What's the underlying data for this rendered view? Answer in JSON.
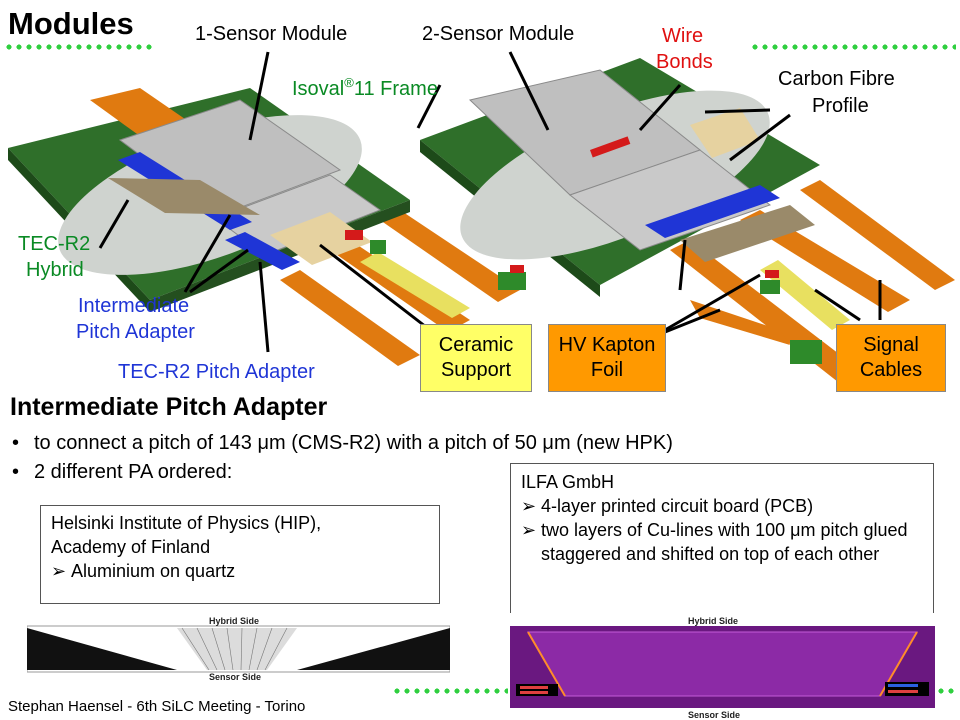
{
  "title": "Modules",
  "labels": {
    "one_sensor": "1-Sensor Module",
    "two_sensor": "2-Sensor Module",
    "isoval_prefix": "Isoval",
    "isoval_reg": "®",
    "isoval_suffix": "11 Frame",
    "wire_bonds_1": "Wire",
    "wire_bonds_2": "Bonds",
    "carbon_1": "Carbon Fibre",
    "carbon_2": "Profile",
    "tec_hybrid_1": "TEC-R2",
    "tec_hybrid_2": "Hybrid",
    "intermediate_1": "Intermediate",
    "intermediate_2": "Pitch Adapter",
    "tec_pa": "TEC-R2 Pitch Adapter"
  },
  "boxes": {
    "ceramic_1": "Ceramic",
    "ceramic_2": "Support",
    "hv_1": "HV Kapton",
    "hv_2": "Foil",
    "signal_1": "Signal",
    "signal_2": "Cables"
  },
  "section": {
    "title": "Intermediate Pitch Adapter",
    "bullet_char": "•",
    "bullet1": "to connect a pitch of 143 μm (CMS-R2) with a pitch of 50 μm (new HPK)",
    "bullet2": "2 different PA ordered:"
  },
  "hip_box": {
    "line1": "Helsinki Institute of Physics (HIP),",
    "line2": "Academy of Finland",
    "arrow": "➢",
    "item": "Aluminium on quartz"
  },
  "ilfa_box": {
    "line1": "ILFA GmbH",
    "arrow": "➢",
    "item1": "4-layer printed circuit board (PCB)",
    "item2": "two layers of Cu-lines with 100 μm pitch glued staggered and shifted on top of each other"
  },
  "strips": {
    "left_top": "Hybrid Side",
    "left_bottom": "Sensor Side",
    "right_top": "Hybrid Side",
    "right_bottom": "Sensor Side"
  },
  "footer": "Stephan Haensel - 6th SiLC Meeting - Torino",
  "colors": {
    "accent_dots": "#2fcf3f",
    "box_yellow": "#ffff66",
    "box_orange": "#ff9900",
    "frame_green": "#2f6f2a",
    "kapton_orange": "#e07a10",
    "sensor_grey": "#bfbfbf",
    "adapter_blue": "#1f35d6",
    "ilfa_purple": "#7a1f8f"
  }
}
